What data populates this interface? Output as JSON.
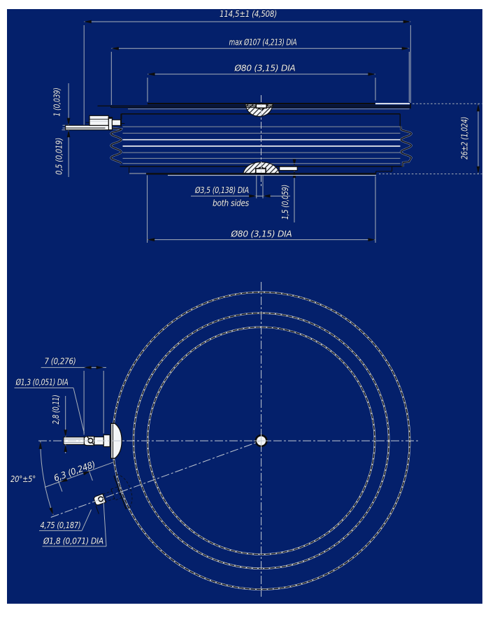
{
  "page": {
    "background_color": "#ffffff",
    "canvas_color": "#04206b",
    "line_color": "#a9b0b9",
    "ink_color": "#0d0d0d",
    "highlight_color": "#f3f5f7",
    "text_color": "#eef1f4"
  },
  "drawing": {
    "type": "technical-outline-drawing",
    "subject": "press-pack capsule semiconductor housing",
    "units": "mm (inches)",
    "side_view": {
      "overall_width": "114,5±1 (4,508)",
      "flange_diameter": "max Ø107 (4,213) DIA",
      "pole_face_diameter_top": "Ø80 (3,15) DIA",
      "pole_face_diameter_bottom": "Ø80 (3,15) DIA",
      "height": "26±2 (1,024)",
      "gate_offset_upper": "1 (0,039)",
      "gate_offset_lower": "0,5 (0,019)",
      "index_hole_note_line1": "Ø3,5 (0,138) DIA",
      "index_hole_note_line2": "both sides",
      "recess_depth": "1,5 (0,059)"
    },
    "bottom_view": {
      "terminal_length": "7 (0,276)",
      "gate_wire_diameter": "Ø1,3 (0,051) DIA",
      "gate_lead_od": "2,8 (0,11)",
      "gate_swing_angle": "20°±5°",
      "terminal_offset": "6,3 (0,248)",
      "pin_length": "4,75 (0,187)",
      "pin_diameter": "Ø1,8 (0,071) DIA"
    }
  }
}
